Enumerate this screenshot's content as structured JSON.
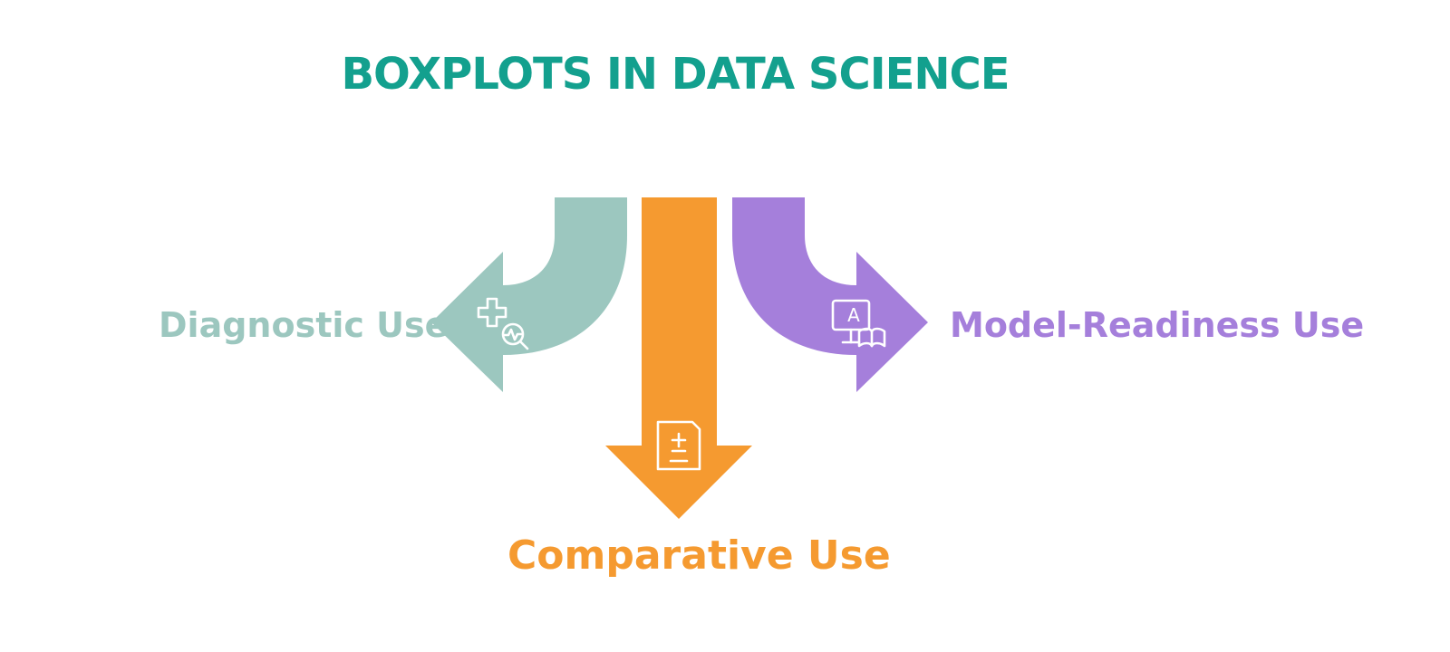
{
  "title": "BOXPLOTS IN DATA SCIENCE",
  "colors": {
    "title": "#13A08E",
    "diagnostic": "#9CC7BF",
    "comparative": "#F59A30",
    "model": "#A57FDB",
    "icon_stroke": "#ffffff",
    "background": "#ffffff"
  },
  "branches": [
    {
      "key": "diagnostic",
      "label": "Diagnostic Use",
      "icon": "health-analysis-icon"
    },
    {
      "key": "comparative",
      "label": "Comparative Use",
      "icon": "plus-minus-document-icon"
    },
    {
      "key": "model",
      "label": "Model-Readiness Use",
      "icon": "monitor-book-icon"
    }
  ]
}
